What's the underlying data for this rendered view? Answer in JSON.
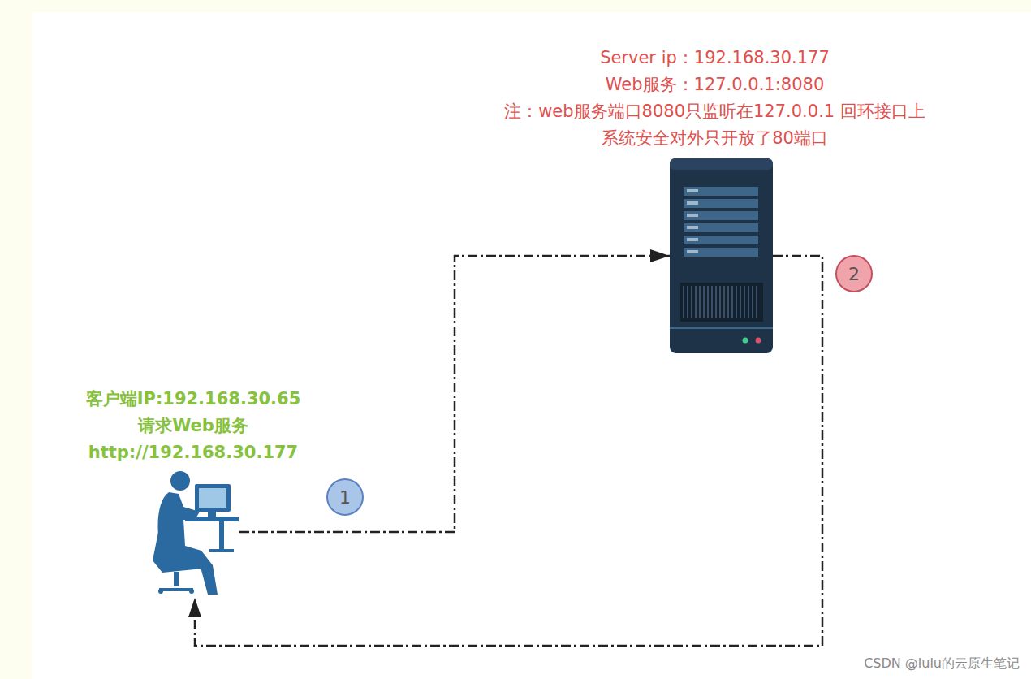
{
  "diagram": {
    "nodes": [
      {
        "text": [
          "客户端IP:192.168.30.65",
          "请求Web服务",
          "http://192.168.30.177"
        ]
      },
      {
        "text": [
          "Server ip：192.168.30.177",
          "Web服务：127.0.0.1:8080",
          "注：web服务端口8080只监听在127.0.0.1 回环接口上",
          "系统安全对外只开放了80端口"
        ]
      }
    ],
    "edges": [
      {
        "from": 0,
        "to": 1,
        "label": "1",
        "arrow": "to"
      },
      {
        "from": 1,
        "to": 0,
        "label": "2",
        "arrow": "to"
      }
    ],
    "labels": [
      "CSDN @lulu的云原生笔记"
    ]
  }
}
